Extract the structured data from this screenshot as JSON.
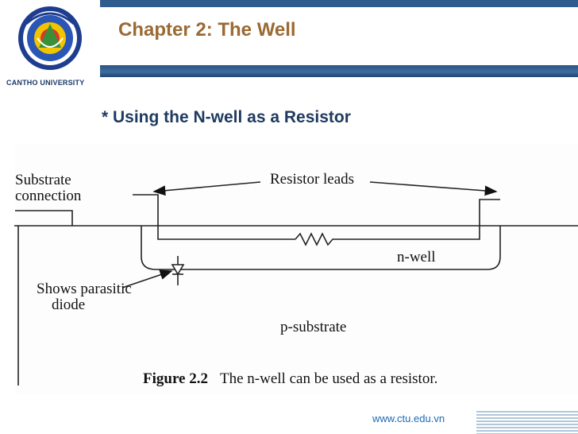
{
  "header": {
    "logo_text": "CANTHO UNIVERSITY",
    "chapter_title": "Chapter 2: The Well"
  },
  "slide": {
    "subtitle": "* Using the N-well as a Resistor"
  },
  "figure": {
    "label_substrate_line1": "Substrate",
    "label_substrate_line2": "connection",
    "label_resistor_leads": "Resistor leads",
    "label_nwell": "n-well",
    "label_parasitic_line1": "Shows parasitic",
    "label_parasitic_line2": "diode",
    "label_psubstrate": "p-substrate",
    "caption_number": "Figure 2.2",
    "caption_text": "The n-well can be used as a resistor."
  },
  "footer": {
    "url": "www.ctu.edu.vn"
  },
  "colors": {
    "header_bar": "#2f5c8e",
    "title": "#9a6a33",
    "subtitle": "#1e3a5f",
    "url": "#1d6ab4"
  }
}
